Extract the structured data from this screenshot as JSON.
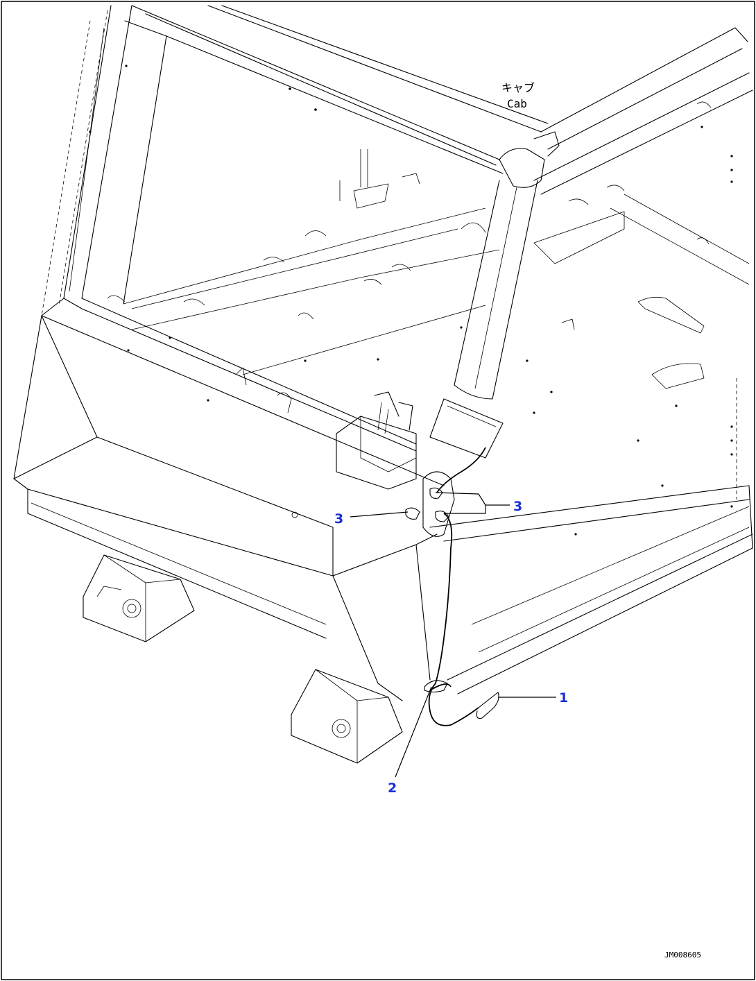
{
  "labels": {
    "cab_jp": "キャブ",
    "cab_en": "Cab"
  },
  "callouts": {
    "c1": "1",
    "c2": "2",
    "c3_left": "3",
    "c3_right": "3"
  },
  "drawing_code": "JM008605",
  "colors": {
    "callout": "#1a2fd6",
    "line": "#000000"
  }
}
